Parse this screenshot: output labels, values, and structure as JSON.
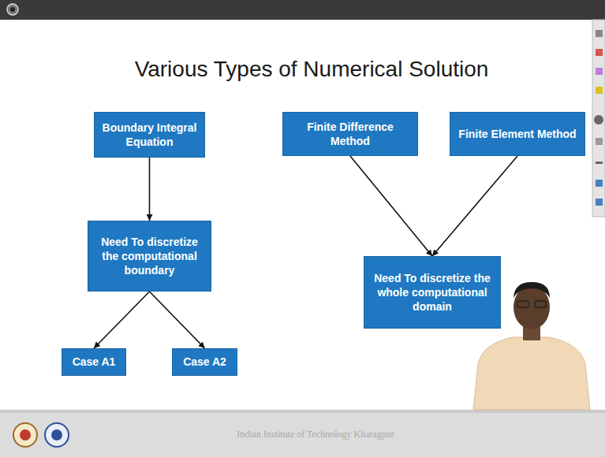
{
  "diagram": {
    "title": "Various Types of Numerical Solution",
    "nodes": [
      {
        "text": [
          "Boundary Integral Equation"
        ]
      },
      {
        "text": [
          "Finite Difference Method"
        ]
      },
      {
        "text": [
          "Finite Element Method"
        ]
      },
      {
        "text": [
          "Need To discretize the computational boundary"
        ]
      },
      {
        "text": [
          "Need To discretize the whole computational domain"
        ]
      },
      {
        "text": [
          "Case A1"
        ]
      },
      {
        "text": [
          "Case A2"
        ]
      }
    ],
    "edges": [
      {
        "from": 0,
        "to": 3,
        "arrow": "to"
      },
      {
        "from": 1,
        "to": 4,
        "arrow": "to"
      },
      {
        "from": 2,
        "to": 4,
        "arrow": "to"
      },
      {
        "from": 3,
        "to": 5,
        "arrow": "to"
      },
      {
        "from": 3,
        "to": 6,
        "arrow": "to"
      }
    ],
    "labels": [
      "Indian Institute of Technology Kharagpur"
    ]
  }
}
